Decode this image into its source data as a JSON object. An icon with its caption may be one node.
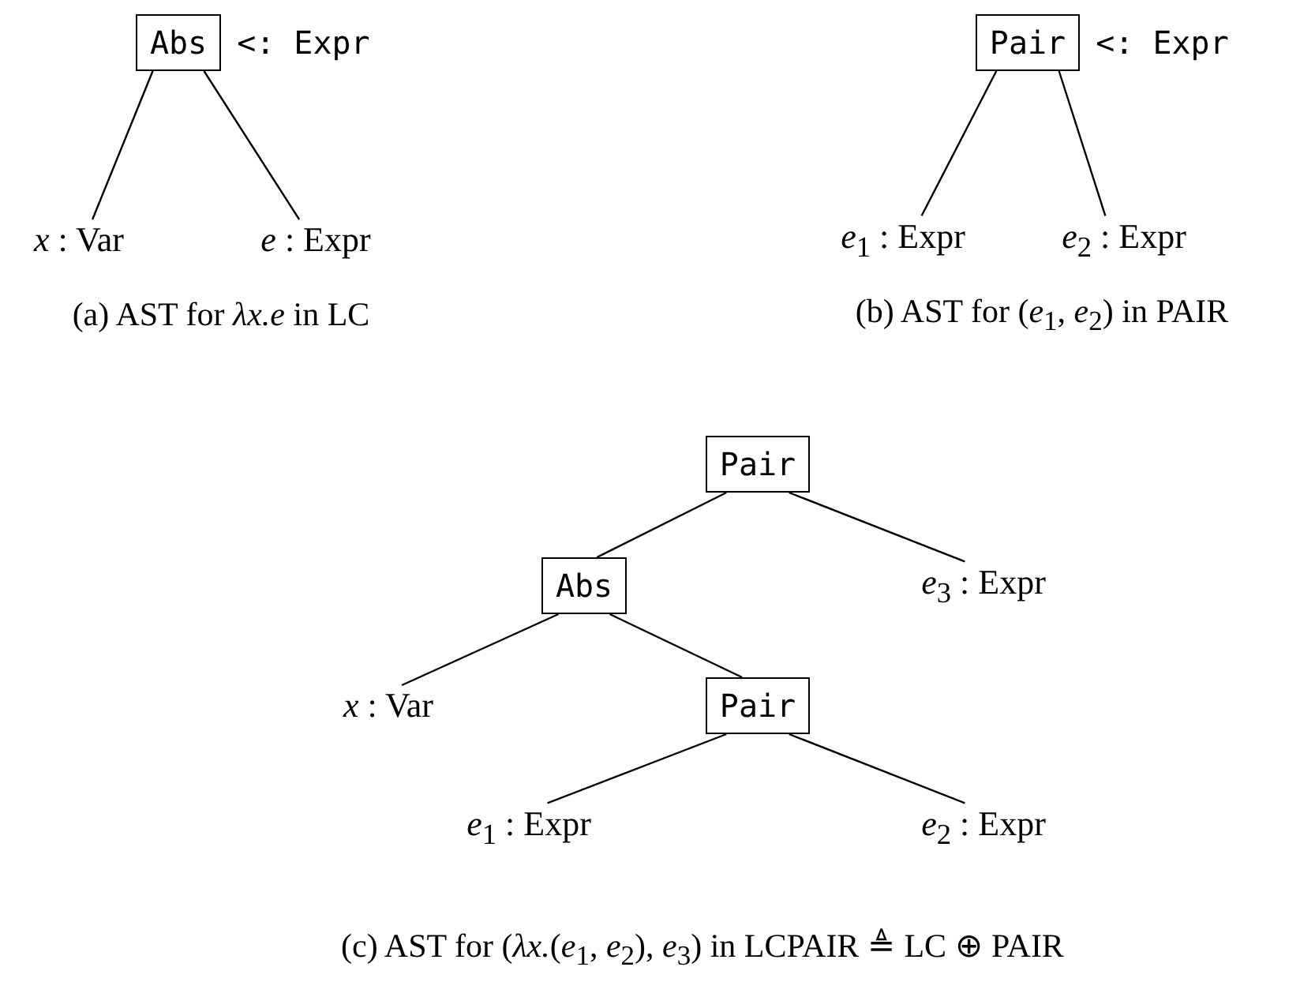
{
  "diagram": {
    "nodes": [
      {
        "text": [
          "Abs"
        ],
        "beside": [
          "<: Expr"
        ]
      },
      {
        "text": [
          "*x* : Var"
        ]
      },
      {
        "text": [
          "*e* : Expr"
        ]
      },
      {
        "text": [
          "Pair"
        ],
        "beside": [
          "<: Expr"
        ]
      },
      {
        "text": [
          "*e*$_{1}$ : Expr"
        ]
      },
      {
        "text": [
          "*e*$_{2}$ : Expr"
        ]
      },
      {
        "text": [
          "Pair"
        ]
      },
      {
        "text": [
          "Abs"
        ]
      },
      {
        "text": [
          "*e*$_{3}$ : Expr"
        ]
      },
      {
        "text": [
          "*x* : Var"
        ]
      },
      {
        "text": [
          "Pair"
        ]
      },
      {
        "text": [
          "*e*$_{1}$ : Expr"
        ]
      },
      {
        "text": [
          "*e*$_{2}$ : Expr"
        ]
      }
    ],
    "edges": [
      {
        "from": 0,
        "to": 1,
        "arrow": "none"
      },
      {
        "from": 0,
        "to": 2,
        "arrow": "none"
      },
      {
        "from": 3,
        "to": 4,
        "arrow": "none"
      },
      {
        "from": 3,
        "to": 5,
        "arrow": "none"
      },
      {
        "from": 6,
        "to": 7,
        "arrow": "none"
      },
      {
        "from": 6,
        "to": 8,
        "arrow": "none"
      },
      {
        "from": 7,
        "to": 9,
        "arrow": "none"
      },
      {
        "from": 7,
        "to": 10,
        "arrow": "none"
      },
      {
        "from": 10,
        "to": 11,
        "arrow": "none"
      },
      {
        "from": 10,
        "to": 12,
        "arrow": "none"
      }
    ],
    "labels": [
      "(a) AST for *λx.e* in LC",
      "(b) AST for (*e*$_{1}$, *e*$_{2}$) in PAIR",
      "(c) AST for (*λx.*(*e*$_{1}$, *e*$_{2}$), *e*$_{3}$) in LCPAIR ≜ LC ⊕ PAIR"
    ]
  }
}
